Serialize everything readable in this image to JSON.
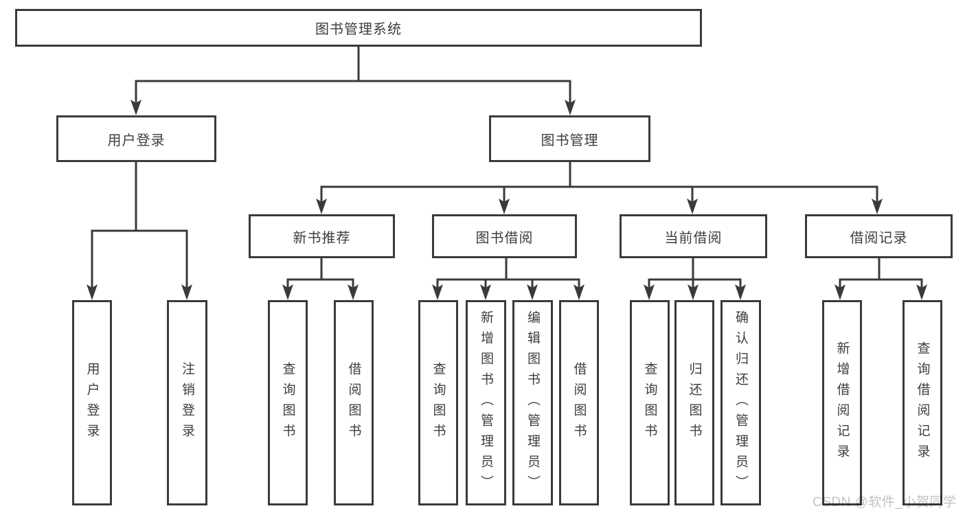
{
  "diagram": {
    "type": "hierarchy-diagram",
    "colors": {
      "line": "#3a3a3a",
      "border": "#3a3a3a",
      "text": "#3d3d3d",
      "background": "#ffffff",
      "watermark": "#c2c2c4"
    },
    "watermark": "CSDN @软件_小贺同学",
    "tree": {
      "label": "图书管理系统",
      "children": [
        {
          "label": "用户登录",
          "children": [
            {
              "label": "用户登录"
            },
            {
              "label": "注销登录"
            }
          ]
        },
        {
          "label": "图书管理",
          "children": [
            {
              "label": "新书推荐",
              "children": [
                {
                  "label": "查询图书"
                },
                {
                  "label": "借阅图书"
                }
              ]
            },
            {
              "label": "图书借阅",
              "children": [
                {
                  "label": "查询图书"
                },
                {
                  "label": "新增图书（管理员）"
                },
                {
                  "label": "编辑图书（管理员）"
                },
                {
                  "label": "借阅图书"
                }
              ]
            },
            {
              "label": "当前借阅",
              "children": [
                {
                  "label": "查询图书"
                },
                {
                  "label": "归还图书"
                },
                {
                  "label": "确认归还（管理员）"
                }
              ]
            },
            {
              "label": "借阅记录",
              "children": [
                {
                  "label": "新增借阅记录"
                },
                {
                  "label": "查询借阅记录"
                }
              ]
            }
          ]
        }
      ]
    }
  }
}
